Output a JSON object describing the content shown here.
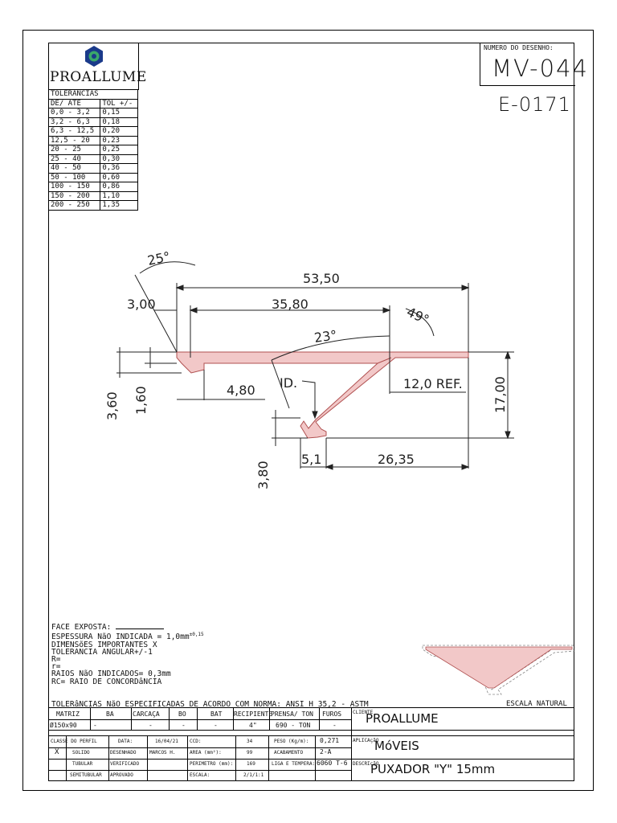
{
  "company": {
    "name": "PROALLUME"
  },
  "drawing": {
    "number_label": "NUMERO DO DESENHO:",
    "number": "MV-044",
    "extrusion": "E-0171"
  },
  "tolerances": {
    "title": "TOLERANCIAS",
    "headers": [
      "DE/ ATE",
      "TOL +/-"
    ],
    "rows": [
      [
        "0,0 - 3,2",
        "0,15"
      ],
      [
        "3,2 - 6,3",
        "0,18"
      ],
      [
        "6,3 - 12,5",
        "0,20"
      ],
      [
        "12,5 - 20",
        "0,23"
      ],
      [
        "20 - 25",
        "0,25"
      ],
      [
        "25 - 40",
        "0,30"
      ],
      [
        "40 - 50",
        "0,36"
      ],
      [
        "50 - 100",
        "0,60"
      ],
      [
        "100 - 150",
        "0,86"
      ],
      [
        "150 - 200",
        "1,10"
      ],
      [
        "200 - 250",
        "1,35"
      ]
    ]
  },
  "dimensions": {
    "a25": "25°",
    "d53": "53,50",
    "d3": "3,00",
    "d35": "35,80",
    "a49": "49°",
    "a23": "23°",
    "d480": "4,80",
    "id": "ID.",
    "ref": "12,0 REF.",
    "d17": "17,00",
    "d360": "3,60",
    "d160": "1,60",
    "d380": "3,80",
    "d51": "5,1",
    "d2635": "26,35"
  },
  "notes": {
    "face": "FACE EXPOSTA:",
    "thickness": "ESPESSURA NãO INDICADA = 1,0mm",
    "thickness_tol": "±0,15",
    "important": "DIMENSõES IMPORTANTES  X",
    "angular": "TOLERANCIA ANGULAR+/-1",
    "R": "R=",
    "r": "r=",
    "raios": "RAIOS NãO INDICADOS= 0,3mm",
    "rc": "RC= RAIO DE CONCORDâNCIA",
    "norma": "TOLERâNCIAS NãO ESPECIFICADAS DE ACORDO COM NORMA: ANSI H 35,2 - ASTM",
    "escala": "ESCALA NATURAL"
  },
  "table1": {
    "headers": [
      "MATRIZ",
      "BA",
      "CARCAÇA",
      "BO",
      "BAT",
      "RECIPIENTE",
      "PRENSA/ TON",
      "FUROS"
    ],
    "values": [
      "Ø150x90",
      "-",
      "-",
      "-",
      "-",
      "4\"",
      "690 - TON",
      "-"
    ]
  },
  "cliente": {
    "label": "CLIENTE",
    "value": "PROALLUME"
  },
  "aplicacao": {
    "label": "APLICAçãO",
    "value": "MóVEIS"
  },
  "descricao": {
    "label": "DESCRIçãO",
    "value": "PUXADOR \"Y\" 15mm"
  },
  "table2": {
    "classe": "CLASSE DO PERFIL",
    "data_label": "DATA:",
    "data": "16/04/21",
    "ccd": "CCD:",
    "ccd_val": "34",
    "peso": "PESO (Kg/m):",
    "peso_val": "0,271",
    "x": "X",
    "solido": "SOLIDO",
    "desenhado": "DESENHADO",
    "designer": "MARCOS H.",
    "area": "AREA (mm²):",
    "area_val": "99",
    "acab": "ACABAMENTO",
    "acab_val": "2-A",
    "tubular": "TUBULAR",
    "verificado": "VERIFICADO",
    "perimetro": "PERIMETRO (mm):",
    "per_val": "169",
    "liga": "LIGA E TEMPERA:",
    "liga_val": "6060 T-6",
    "semitubular": "SEMITUBULAR",
    "aprovado": "APROVADO",
    "escala": "ESCALA:",
    "escala_val": "2/1/1:1"
  },
  "colors": {
    "profile_fill": "#f2c8c8",
    "profile_stroke": "#b05050",
    "logo_blue": "#1a3a8a",
    "logo_green": "#3aa86a"
  }
}
